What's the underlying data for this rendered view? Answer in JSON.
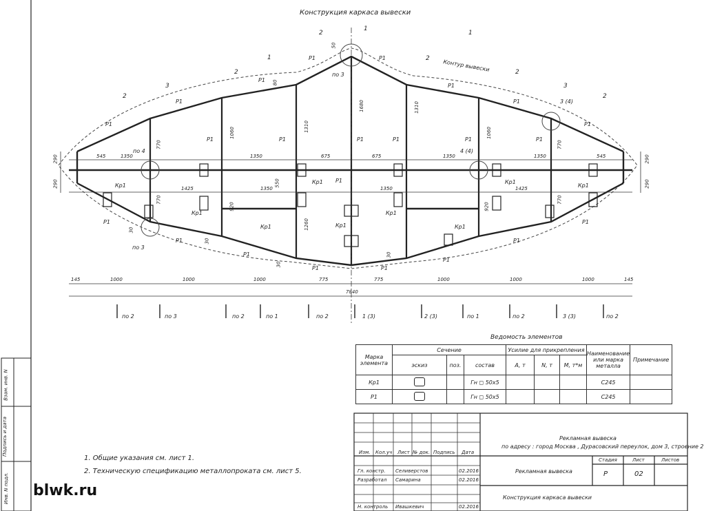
{
  "title": "Конструкция каркаса вывески",
  "contour_label": "Контур вывески",
  "member_labels": {
    "p1": "P1",
    "kr1": "Кр1"
  },
  "detail_labels": {
    "po3": "по 3",
    "po4": "по 4",
    "d44": "4 (4)",
    "d34": "3 (4)"
  },
  "section_marks": {
    "s1": "1",
    "s2": "2",
    "s3": "3"
  },
  "dims_top": [
    "545",
    "1350",
    "1350",
    "675",
    "675",
    "1350",
    "1350",
    "545"
  ],
  "dims_mid": [
    "1425",
    "1350",
    "1350",
    "1425"
  ],
  "dims_vertical_left": [
    "290",
    "290"
  ],
  "dims_vertical_right": [
    "290",
    "290"
  ],
  "dims_posts": [
    "770",
    "770",
    "1060",
    "1310",
    "1680",
    "1310",
    "1060",
    "770",
    "770",
    "920",
    "1260",
    "550",
    "920"
  ],
  "dims_angles": [
    "50",
    "80",
    "30"
  ],
  "dims_bottom": [
    "145",
    "1000",
    "1000",
    "1000",
    "775",
    "775",
    "1000",
    "1000",
    "1000",
    "145"
  ],
  "dim_total": "7840",
  "bottom_sections": [
    "по 2",
    "по 3",
    "по 2",
    "по 1",
    "по 2",
    "1 (3)",
    "2 (3)",
    "по 1",
    "по 2",
    "3 (3)",
    "по 2"
  ],
  "schedule": {
    "caption": "Ведомость элементов",
    "h_mark": "Марка элемента",
    "h_section": "Сечение",
    "h_force": "Усилие для прикрепления",
    "h_name": "Наименование или марка металла",
    "h_note": "Примечание",
    "h_sketch": "эскиз",
    "h_pos": "поз.",
    "h_comp": "состав",
    "h_a": "А, т",
    "h_n": "N, т",
    "h_m": "М, т*м",
    "rows": [
      {
        "mark": "Кр1",
        "comp": "Гн ◻ 50х5",
        "metal": "С245"
      },
      {
        "mark": "Р1",
        "comp": "Гн ◻ 50х5",
        "metal": "С245"
      }
    ]
  },
  "notes": [
    "1. Общие указания см. лист 1.",
    "2. Техническую спецификацию металлопроката см. лист 5."
  ],
  "stamp": {
    "cols": [
      "Изм.",
      "Кол.уч",
      "Лист",
      "№ док.",
      "Подпись",
      "Дата"
    ],
    "project": "Рекламная вывеска",
    "address": "по адресу : город Москва , Дурасовский переулок, дом 3, строение 2",
    "roles": [
      {
        "role": "Гл. констр.",
        "name": "Селиверстов",
        "date": "02.2016"
      },
      {
        "role": "Разработал",
        "name": "Самарина",
        "date": "02.2016"
      },
      {
        "role": "Н. контроль",
        "name": "Ивашкевич",
        "date": "02.2016"
      }
    ],
    "object": "Рекламная вывеска",
    "sheet_title": "Конструкция каркаса вывески",
    "h_stage": "Стадия",
    "h_sheet": "Лист",
    "h_sheets": "Листов",
    "stage": "Р",
    "sheet": "02"
  },
  "side_stamp": [
    "Взам. инв. N",
    "Подпись и дата",
    "Инв. N подл."
  ],
  "watermark": "blwk.ru"
}
